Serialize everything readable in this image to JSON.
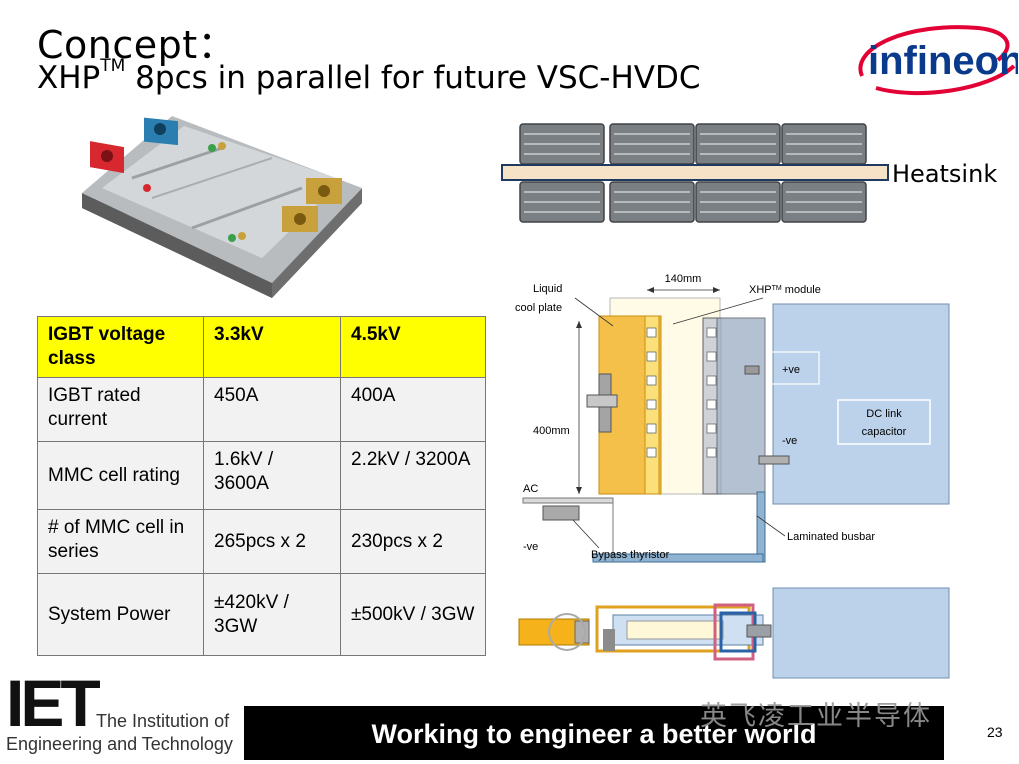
{
  "title": {
    "line1": "Concept：",
    "line2_pre": "XHP",
    "line2_sup": "TM",
    "line2_post": " 8pcs in parallel for future VSC-HVDC"
  },
  "logo_text": "infineon",
  "heatsink_label": "Heatsink",
  "table": {
    "header": [
      "IGBT voltage class",
      "3.3kV",
      "4.5kV"
    ],
    "rows": [
      [
        "IGBT rated current",
        "450A",
        "400A"
      ],
      [
        "MMC cell rating",
        "1.6kV / 3600A",
        "2.2kV / 3200A"
      ],
      [
        "# of MMC cell in series",
        "265pcs x 2",
        "230pcs x 2"
      ],
      [
        "System Power",
        "±420kV / 3GW",
        "±500kV / 3GW"
      ]
    ]
  },
  "diagram": {
    "liquid": "Liquid",
    "cool_plate": "cool plate",
    "dim_width": "140mm",
    "module_pre": "XHP",
    "module_sup": "TM",
    "module_post": " module",
    "dim_height": "400mm",
    "plus_ve": "+ve",
    "minus_ve_top": "-ve",
    "dc_link_1": "DC link",
    "dc_link_2": "capacitor",
    "ac": "AC",
    "minus_ve_bottom": "-ve",
    "bypass": "Bypass thyristor",
    "busbar": "Laminated busbar"
  },
  "iet": {
    "mark": "IET",
    "line1": "The Institution of",
    "line2": "Engineering and Technology"
  },
  "footer_slogan": "Working to engineer a better world",
  "watermark": "英飞凌工业半导体",
  "page_number": "23",
  "colors": {
    "infineon_red": "#e30034",
    "infineon_blue": "#0a3a8c",
    "highlight_yellow": "#ffff00",
    "cool_plate": "#f5c04a",
    "capacitor_blue": "#bcd2ea",
    "footer_bg": "#000000"
  }
}
